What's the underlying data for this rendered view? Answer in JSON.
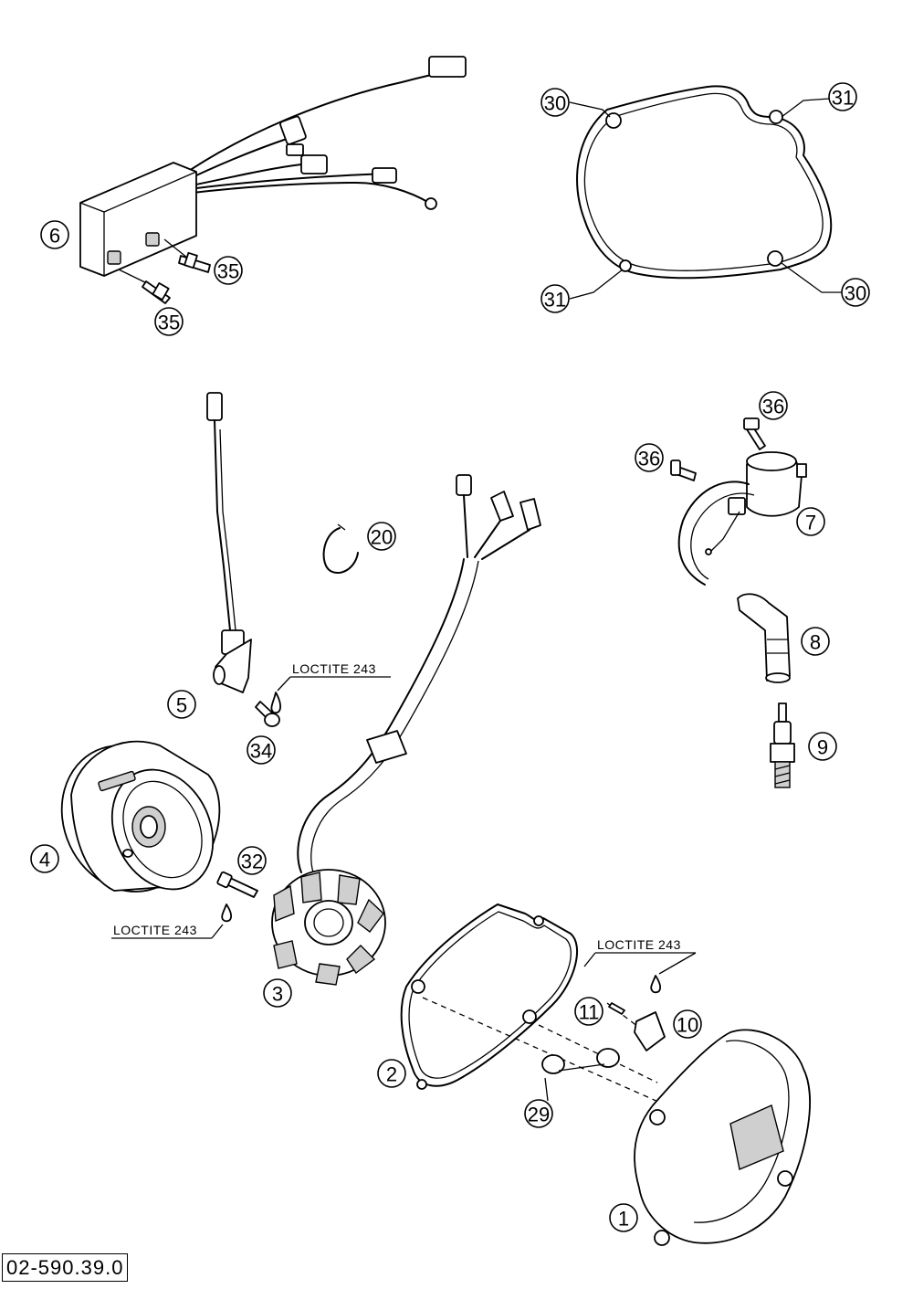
{
  "document_id": "02-590.39.0",
  "callouts": {
    "p1": "1",
    "p2": "2",
    "p3": "3",
    "p4": "4",
    "p5": "5",
    "p6": "6",
    "p7": "7",
    "p8": "8",
    "p9": "9",
    "p10": "10",
    "p11": "11",
    "p20": "20",
    "p29": "29",
    "p30a": "30",
    "p30b": "30",
    "p31a": "31",
    "p31b": "31",
    "p32": "32",
    "p34": "34",
    "p35a": "35",
    "p35b": "35",
    "p36a": "36",
    "p36b": "36"
  },
  "notes": {
    "loctite_1": "LOCTITE 243",
    "loctite_2": "LOCTITE 243",
    "loctite_3": "LOCTITE 243"
  }
}
